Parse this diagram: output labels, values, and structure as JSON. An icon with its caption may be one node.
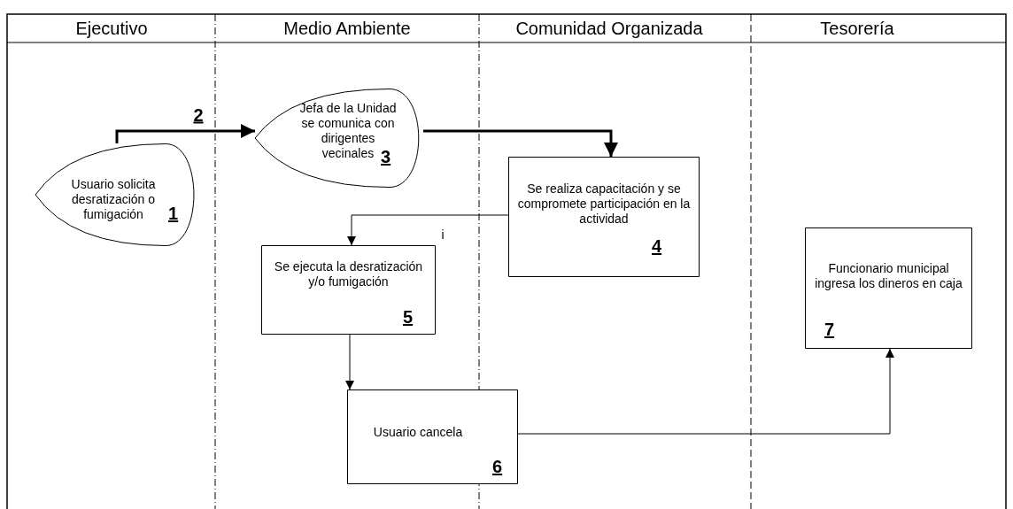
{
  "diagram": {
    "nodes": [
      {
        "text": [
          "Usuario solicita desratización o fumigación",
          "1"
        ]
      },
      {
        "text": [
          "Jefa de la Unidad se comunica con dirigentes vecinales",
          "3"
        ]
      },
      {
        "text": [
          "Se realiza capacitación y se compromete participación en la actividad",
          "4"
        ]
      },
      {
        "text": [
          "Se ejecuta la desratización y/o fumigación",
          "5"
        ]
      },
      {
        "text": [
          "Usuario cancela",
          "6"
        ]
      },
      {
        "text": [
          "Funcionario municipal ingresa los dineros en caja",
          "7"
        ]
      }
    ],
    "edges": [
      {
        "from": 0,
        "to": 1,
        "arrow": "to",
        "label": "2",
        "style": "thick"
      },
      {
        "from": 1,
        "to": 2,
        "arrow": "to",
        "style": "thick"
      },
      {
        "from": 2,
        "to": 3,
        "arrow": "to"
      },
      {
        "from": 3,
        "to": 4,
        "arrow": "to"
      },
      {
        "from": 4,
        "to": 5,
        "arrow": "to"
      }
    ],
    "labels": [
      "Ejecutivo",
      "Medio Ambiente",
      "Comunidad Organizada",
      "Tesorería",
      "i"
    ]
  }
}
